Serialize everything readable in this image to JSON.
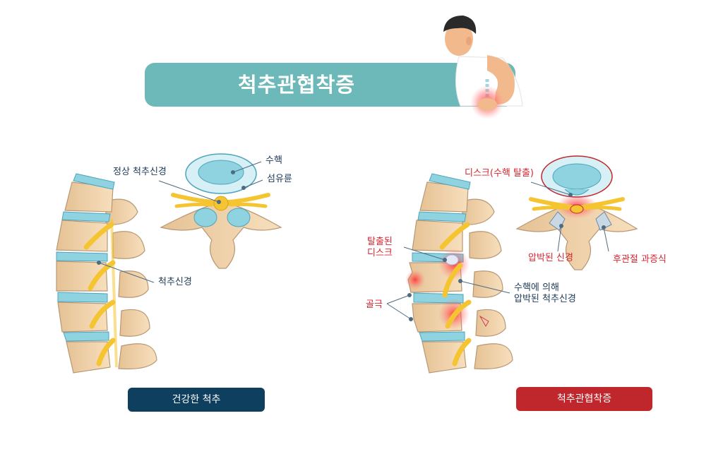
{
  "title": "척추관협착증",
  "healthy": {
    "caption": "건강한 척추",
    "labels": {
      "normal_nerve": "정상 척추신경",
      "nucleus": "수핵",
      "annulus": "섬유륜",
      "spinal_nerve": "척추신경"
    }
  },
  "stenosis": {
    "caption": "척추관협착증",
    "labels": {
      "disc_herniation": "디스크(수핵 탈출)",
      "herniated_disc_line1": "탈출된",
      "herniated_disc_line2": "디스크",
      "compressed_nerve": "압박된 신경",
      "facet_hypertrophy": "후관절 과증식",
      "bone_spur": "골극",
      "compressed_by_nucleus_line1": "수핵에 의해",
      "compressed_by_nucleus_line2": "압박된 척추신경"
    }
  },
  "colors": {
    "banner": "#6db8b9",
    "healthy_badge": "#0f3f5e",
    "stenosis_badge": "#c0272d",
    "bone": "#f0d3ad",
    "disc": "#8fd2e0",
    "nerve": "#f5c431"
  }
}
